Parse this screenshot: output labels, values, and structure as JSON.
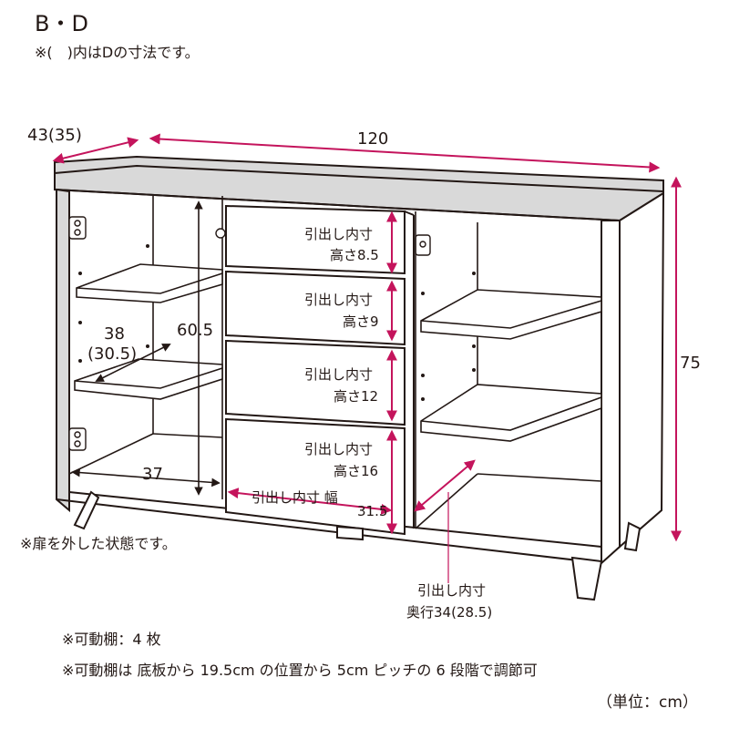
{
  "header": {
    "title": "B・D",
    "note_d": "※(　)内はDの寸法です。"
  },
  "dimensions": {
    "depth_outer": "43(35)",
    "width_outer": "120",
    "height_outer": "75",
    "shelf_height": "60.5",
    "shelf_depth_top": "38",
    "shelf_depth_bottom": "(30.5)",
    "shelf_width": "37"
  },
  "drawers": [
    {
      "line1": "引出し内寸",
      "line2": "高さ8.5"
    },
    {
      "line1": "引出し内寸",
      "line2": "高さ9"
    },
    {
      "line1": "引出し内寸",
      "line2": "高さ12"
    },
    {
      "line1": "引出し内寸",
      "line2": "高さ16"
    }
  ],
  "drawer_width": {
    "label": "引出し内寸 幅",
    "value": "31.5"
  },
  "drawer_depth": {
    "line1": "引出し内寸",
    "line2": "奥行34(28.5)"
  },
  "notes": {
    "doors_removed": "※扉を外した状態です。",
    "movable_shelves": "※可動棚：4 枚",
    "adjust": "※可動棚は 底板から 19.5cm の位置から 5cm ピッチの 6 段階で調節可",
    "unit": "（単位：cm）"
  },
  "colors": {
    "line": "#231815",
    "shelf_fill": "#d9d9d9",
    "accent_pink": "#c4145c",
    "dimension_line": "#c4145c"
  }
}
